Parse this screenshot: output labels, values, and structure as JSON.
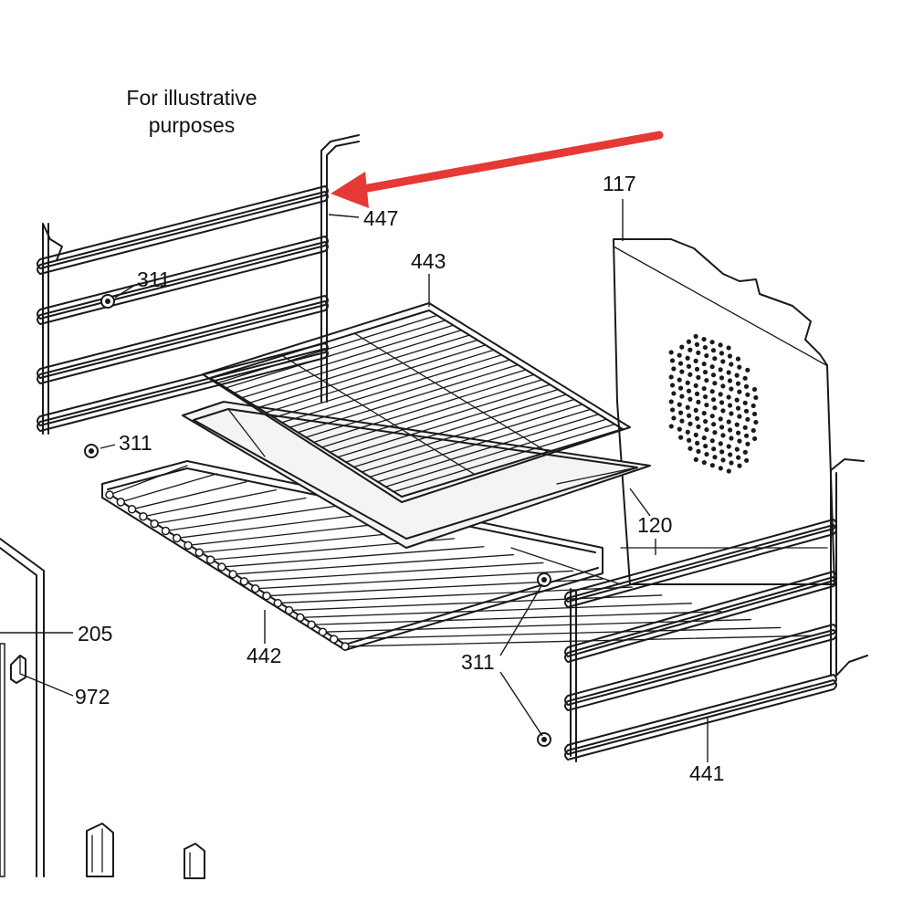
{
  "note": {
    "line1": "For illustrative",
    "line2": "purposes"
  },
  "callouts": {
    "c447": "447",
    "c443": "443",
    "c117": "117",
    "c311_a": "311",
    "c311_b": "311",
    "c311_c": "311",
    "c120": "120",
    "c205": "205",
    "c972": "972",
    "c442": "442",
    "c441": "441"
  },
  "colors": {
    "highlight_arrow": "#e53935",
    "line": "#1a1a1a"
  },
  "icons": {
    "pointer": "red-arrow-icon",
    "clip": "shelf-clip-icon"
  }
}
